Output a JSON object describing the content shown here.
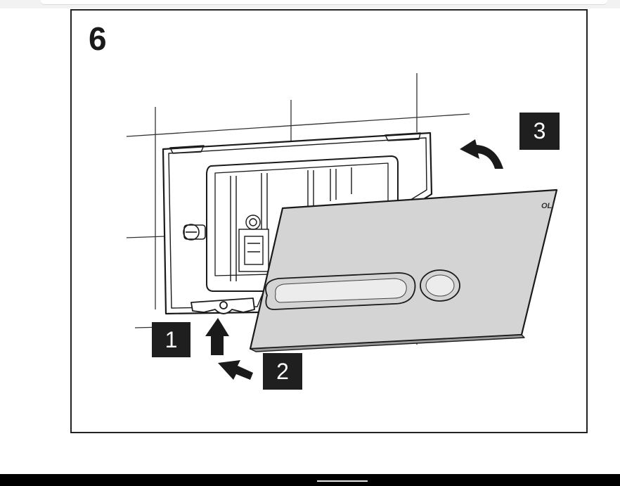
{
  "diagram": {
    "step_number": "6",
    "steps": [
      {
        "label": "1"
      },
      {
        "label": "2"
      },
      {
        "label": "3"
      }
    ],
    "plate_logo": "OLI",
    "colors": {
      "line": "#1a1a1a",
      "plate": "#d4d4d4",
      "badge": "#1f1f1f",
      "badge_text": "#ffffff"
    }
  }
}
